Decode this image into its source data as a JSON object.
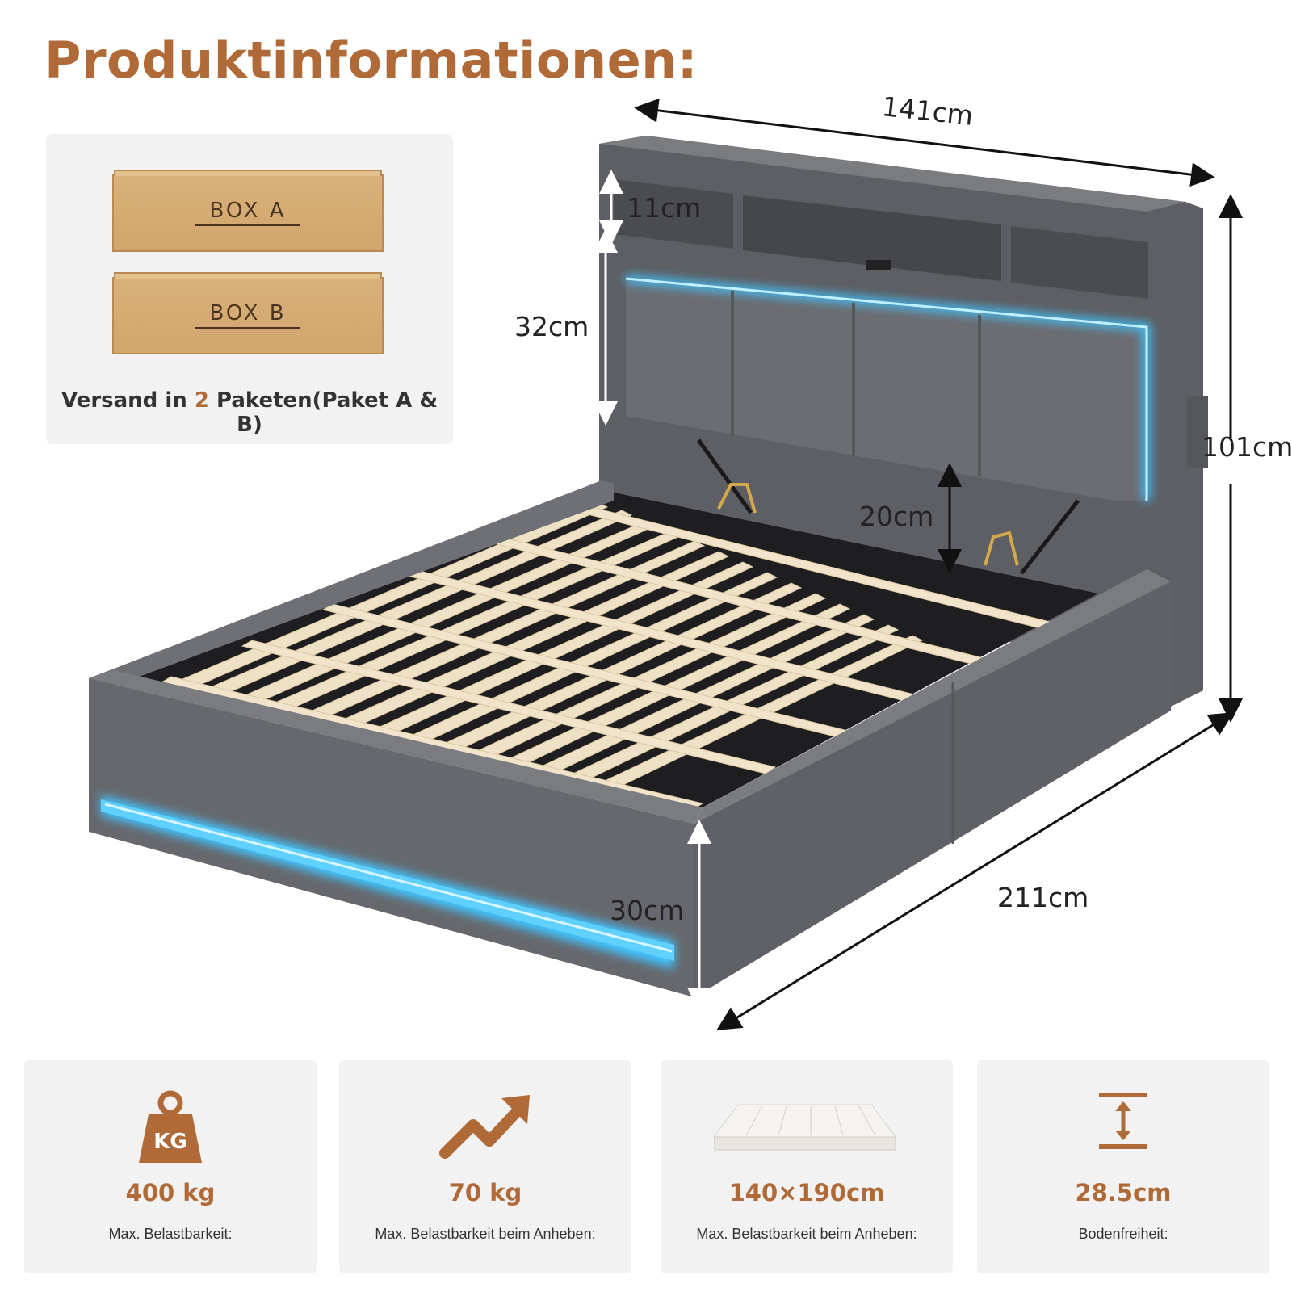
{
  "title": "Produktinformationen:",
  "shipping": {
    "box_a": "BOX  A",
    "box_b": "BOX  B",
    "text_prefix": "Versand in ",
    "text_count": "2",
    "text_suffix": " Paketen(Paket A & B)"
  },
  "dimensions": {
    "width": "141cm",
    "shelf_height": "11cm",
    "headboard_panel": "32cm",
    "total_height": "101cm",
    "lift_gap": "20cm",
    "length": "211cm",
    "side_height": "30cm"
  },
  "specs": [
    {
      "icon": "weight-kg-icon",
      "icon_text": "KG",
      "value": "400 kg",
      "label": "Max. Belastbarkeit:"
    },
    {
      "icon": "trend-up-arrow-icon",
      "value": "70 kg",
      "label": "Max. Belastbarkeit beim Anheben:"
    },
    {
      "icon": "mattress-icon",
      "value": "140×190cm",
      "label": "Max. Belastbarkeit beim Anheben:"
    },
    {
      "icon": "height-clearance-icon",
      "value": "28.5cm",
      "label": "Bodenfreiheit:"
    }
  ],
  "colors": {
    "accent": "#b06a38",
    "fabric": "#6b6d72",
    "led": "#3fc4ff",
    "slat": "#efe1c6",
    "panel": "#f2f2f2"
  }
}
